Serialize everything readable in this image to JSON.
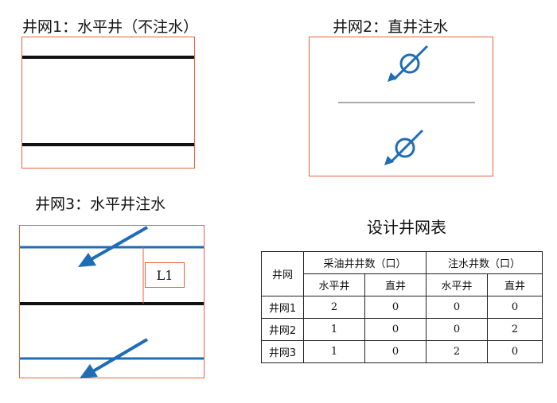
{
  "panel1": {
    "title": "井网1：水平井（不注水）"
  },
  "panel2": {
    "title": "井网2：直井注水"
  },
  "panel3": {
    "title": "井网3：水平井注水",
    "label": "L1"
  },
  "table": {
    "title": "设计井网表",
    "row_header": "井网",
    "group_production": "采油井井数（口）",
    "group_injection": "注水井数（口）",
    "sub_headers": [
      "水平井",
      "直井",
      "水平井",
      "直井"
    ],
    "rows": [
      {
        "name": "井网1",
        "values": [
          "2",
          "0",
          "0",
          "0"
        ]
      },
      {
        "name": "井网2",
        "values": [
          "1",
          "0",
          "0",
          "2"
        ]
      },
      {
        "name": "井网3",
        "values": [
          "1",
          "0",
          "2",
          "0"
        ]
      }
    ]
  },
  "colors": {
    "frame": "#e8623a",
    "well": "#111111",
    "injection": "#1f6db5",
    "divider": "#aaaaaa"
  }
}
